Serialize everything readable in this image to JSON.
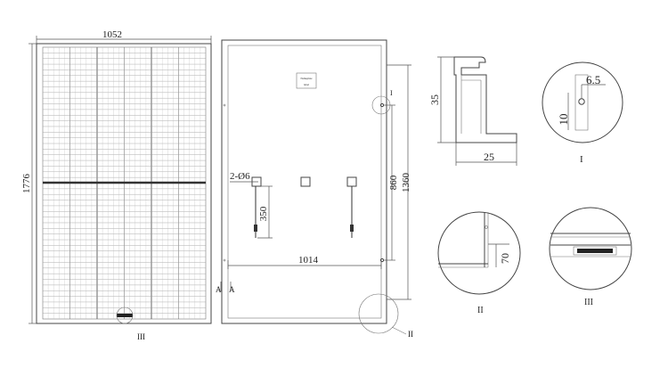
{
  "front_view": {
    "width_label": "1052",
    "height_label": "1776",
    "section_marker": "III"
  },
  "back_view": {
    "label_plate_line1": "Nameplate",
    "label_plate_line2": "label",
    "mounting_holes_label": "2-Ø6",
    "cable_length_label": "350",
    "hole_spacing_label": "860",
    "frame_length_label": "1360",
    "width_between_label": "1014",
    "section_a_left": "A",
    "section_a_right": "A",
    "detail_i_marker": "I",
    "detail_ii_marker": "II"
  },
  "frame_profile": {
    "height_label": "35",
    "width_label": "25"
  },
  "detail_i": {
    "hole_dim_label": "6.5",
    "edge_dim_label": "10",
    "caption": "I"
  },
  "detail_ii": {
    "dim_label": "70",
    "caption": "II"
  },
  "detail_iii": {
    "caption": "III"
  }
}
